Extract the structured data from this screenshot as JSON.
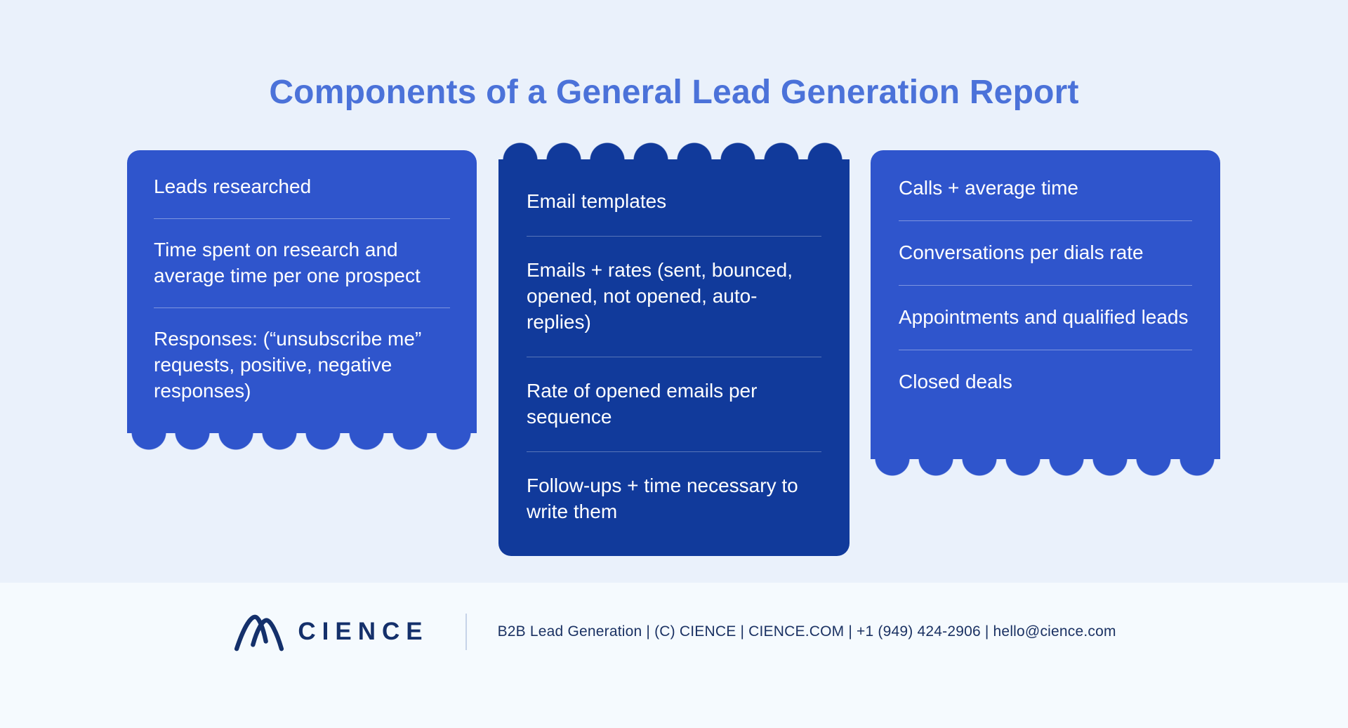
{
  "title": "Components of a General Lead Generation Report",
  "cards": [
    {
      "id": "research",
      "items": [
        "Leads researched",
        "Time spent on research and average time per one prospect",
        "Responses: (“unsubscribe me” requests, positive, negative responses)"
      ]
    },
    {
      "id": "email",
      "items": [
        "Email templates",
        "Emails + rates (sent, bounced, opened, not opened, auto-replies)",
        "Rate of opened emails per sequence",
        "Follow-ups + time necessary to write them"
      ]
    },
    {
      "id": "calls",
      "items": [
        "Calls + average time",
        "Conversations per dials rate",
        "Appointments and qualified leads",
        "Closed deals"
      ]
    }
  ],
  "footer": {
    "brand": "CIENCE",
    "info": "B2B Lead Generation | (C) CIENCE | CIENCE.COM | +1 (949) 424-2906 | hello@cience.com"
  },
  "icons": {
    "logo": "cience-logo"
  },
  "colors": {
    "background": "#EAF1FB",
    "footer_background": "#F5FAFE",
    "title": "#4B72D9",
    "card_blue": "#2F55CC",
    "card_navy": "#113A9B",
    "card_text": "#FFFFFF",
    "brand_navy": "#14306B"
  }
}
